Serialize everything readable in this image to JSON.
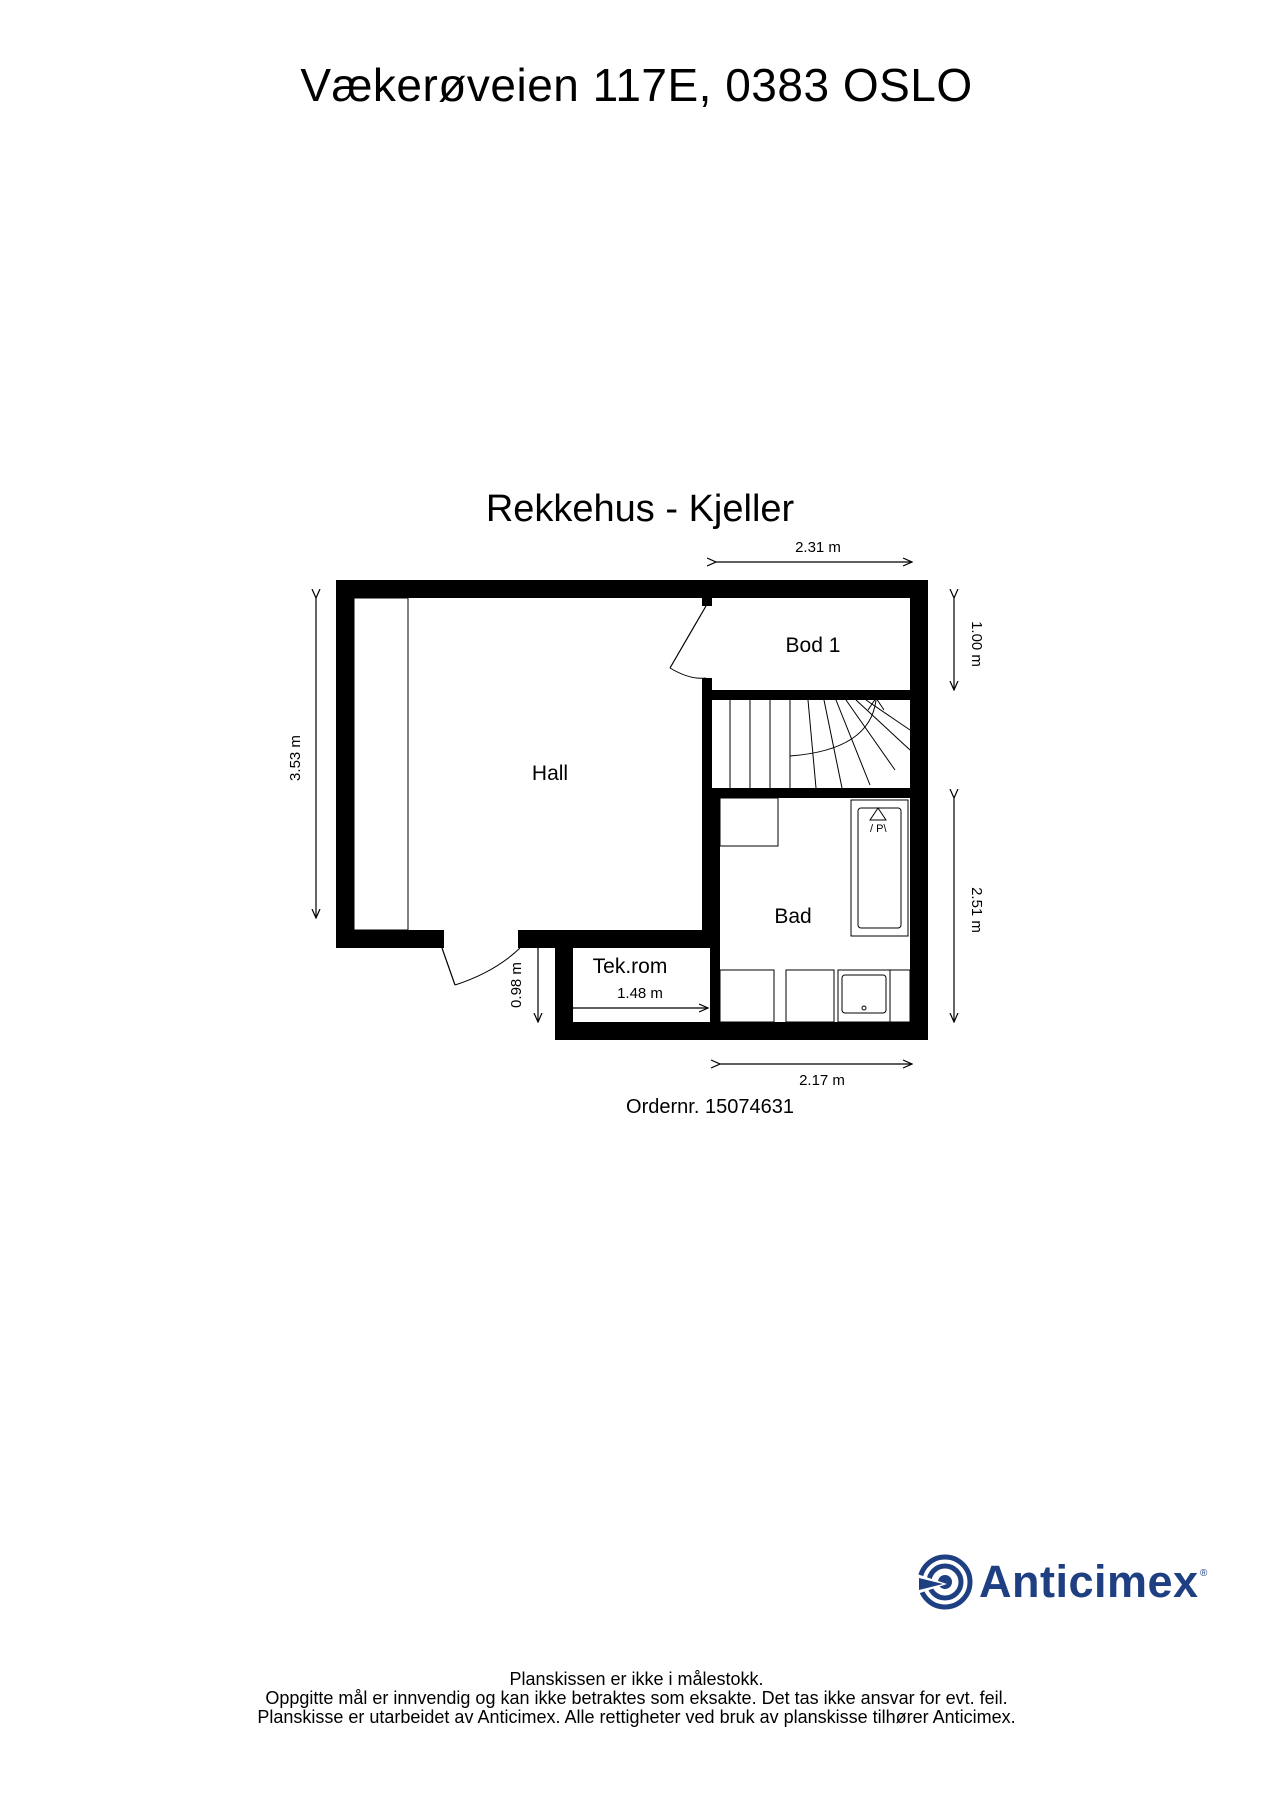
{
  "address": "Vækerøveien 117E, 0383 OSLO",
  "plan_title": "Rekkehus  - Kjeller",
  "rooms": {
    "hall": "Hall",
    "bod": "Bod 1",
    "bad": "Bad",
    "tekrom": "Tek.rom"
  },
  "dimensions": {
    "top_width": "2.31 m",
    "bod_height": "1.00 m",
    "hall_height": "3.53 m",
    "bad_height": "2.51 m",
    "tekrom_height": "0.98 m",
    "tekrom_width": "1.48 m",
    "bad_width": "2.17 m"
  },
  "order_number": "Ordernr. 15074631",
  "brand": {
    "name": "Anticimex",
    "registered": "®",
    "color": "#1e3f82"
  },
  "footer": {
    "line1": "Planskissen er ikke i målestokk.",
    "line2": "Oppgitte mål er innvendig og kan ikke betraktes som eksakte. Det tas ikke ansvar for evt. feil.",
    "line3": "Planskisse er utarbeidet av Anticimex. Alle rettigheter ved bruk av planskisse tilhører Anticimex."
  }
}
